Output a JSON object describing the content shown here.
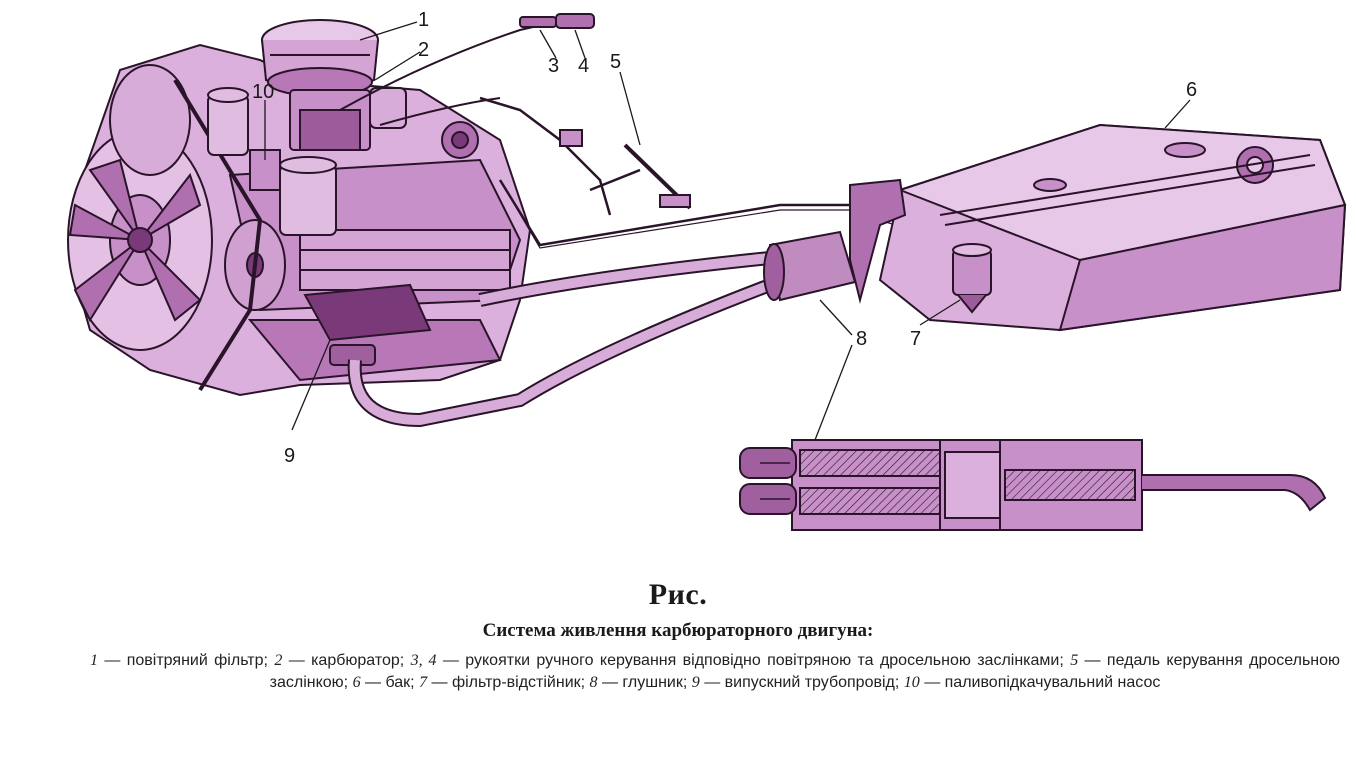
{
  "figure": {
    "title": "Рис.",
    "subtitle": "Система живлення карбюраторного двигуна:"
  },
  "callouts": [
    "1",
    "2",
    "3",
    "4",
    "5",
    "6",
    "7",
    "8",
    "9",
    "10"
  ],
  "legend": [
    {
      "num": "1",
      "text": " — повітряний фільтр; "
    },
    {
      "num": "2",
      "text": " — карбюратор; "
    },
    {
      "num": "3, 4",
      "text": " — рукоятки ручного керування відповідно повітряною та дросельною заслінками; "
    },
    {
      "num": "5",
      "text": " — педаль керування дросельною заслінкою; "
    },
    {
      "num": "6",
      "text": " — бак; "
    },
    {
      "num": "7",
      "text": " — фільтр-відстійник; "
    },
    {
      "num": "8",
      "text": " — глушник; "
    },
    {
      "num": "9",
      "text": " — випускний трубопровід; "
    },
    {
      "num": "10",
      "text": " — паливопідкачувальний насос"
    }
  ],
  "colors": {
    "fill": "#dcb0dc",
    "fill_dark": "#a85aa8",
    "stroke": "#2a142a",
    "text": "#1a1a1a"
  }
}
